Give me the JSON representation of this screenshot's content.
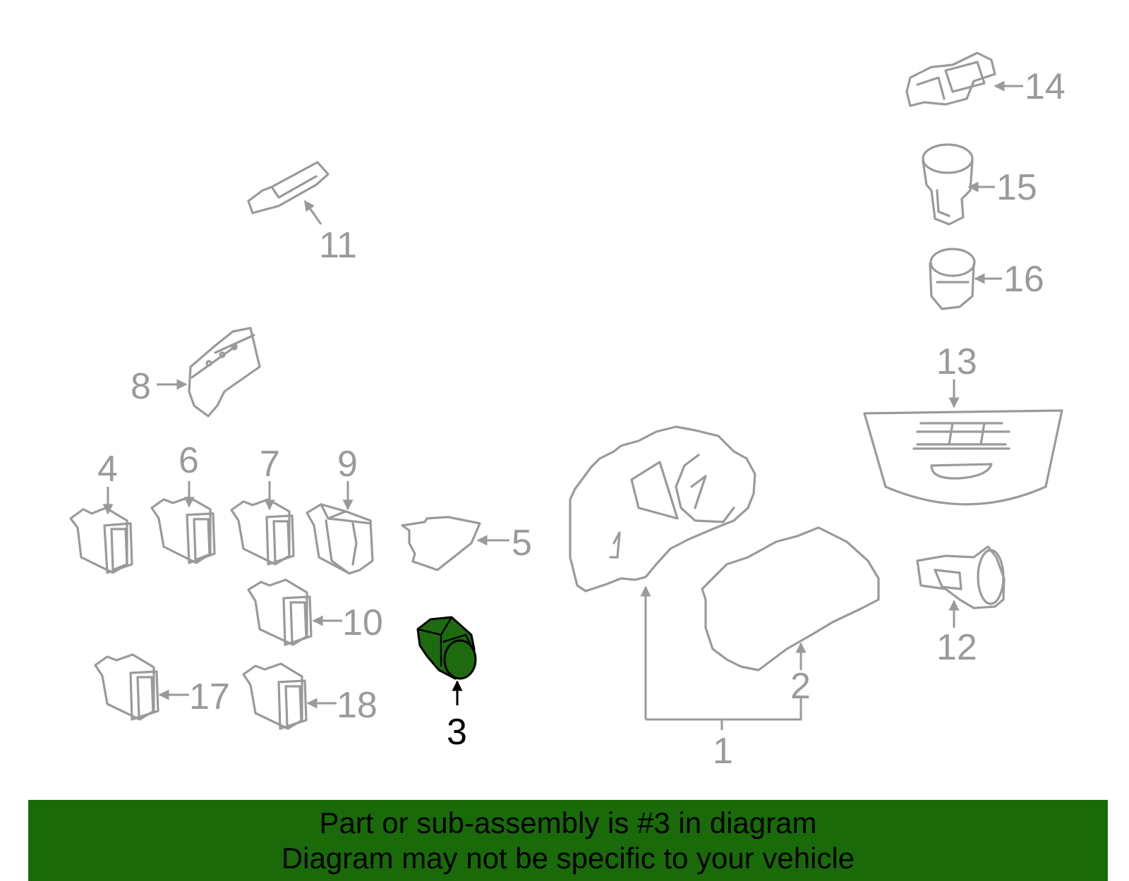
{
  "callouts": {
    "c1": "1",
    "c2": "2",
    "c3": "3",
    "c4": "4",
    "c5": "5",
    "c6": "6",
    "c7": "7",
    "c8": "8",
    "c9": "9",
    "c10": "10",
    "c11": "11",
    "c12": "12",
    "c13": "13",
    "c14": "14",
    "c15": "15",
    "c16": "16",
    "c17": "17",
    "c18": "18"
  },
  "highlighted_part": "3",
  "colors": {
    "highlight": "#1e6b0f",
    "banner": "#1a6a0a",
    "linework": "#9a9a9a"
  },
  "banner": {
    "line1": "Part or sub-assembly is #3 in diagram",
    "line2": "Diagram may not be specific to your vehicle"
  }
}
